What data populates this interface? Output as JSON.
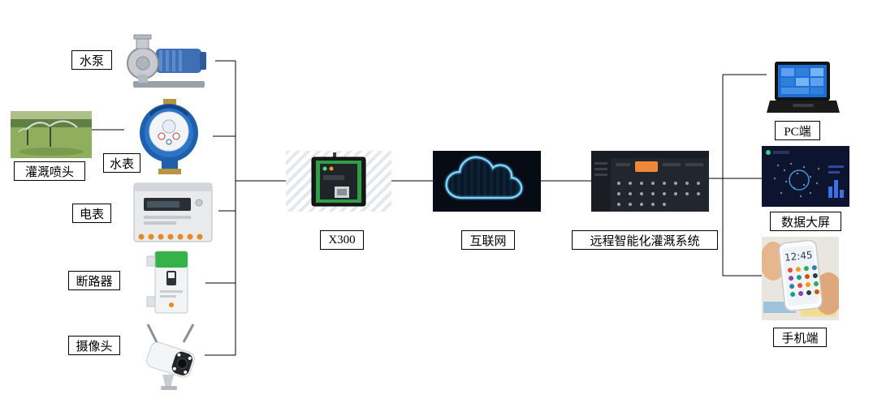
{
  "diagram": {
    "left_devices": [
      {
        "id": "pump",
        "label": "水泵"
      },
      {
        "id": "sprinkler",
        "label": "灌溉喷头"
      },
      {
        "id": "water-meter",
        "label": "水表"
      },
      {
        "id": "electric-meter",
        "label": "电表"
      },
      {
        "id": "breaker",
        "label": "断路器"
      },
      {
        "id": "camera",
        "label": "摄像头"
      }
    ],
    "middle_nodes": [
      {
        "id": "x300",
        "label": "X300"
      },
      {
        "id": "internet",
        "label": "互联网"
      },
      {
        "id": "system",
        "label": "远程智能化灌溉系统"
      }
    ],
    "right_clients": [
      {
        "id": "pc",
        "label": "PC端"
      },
      {
        "id": "screen",
        "label": "数据大屏"
      },
      {
        "id": "phone",
        "label": "手机端"
      }
    ],
    "phone_time": "12:45",
    "colors": {
      "line": "#000000",
      "cloud_glow": "#57c7ff",
      "dashboard_accent": "#f0883a",
      "meter_blue": "#1f5fae"
    }
  }
}
